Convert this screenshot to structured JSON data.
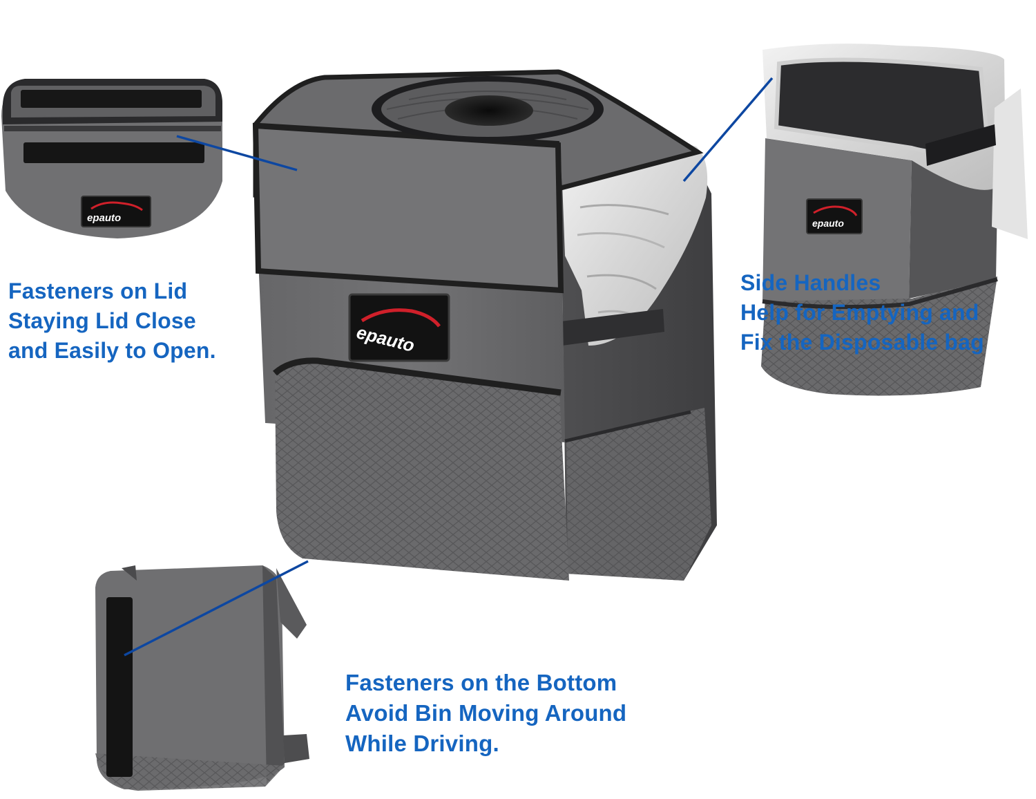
{
  "brand": {
    "logo_text": "epauto",
    "colors": {
      "caption": "#1565c0",
      "pointer_line": "#0d47a1",
      "fabric": "#6e6e70",
      "fabric_dark": "#4a4a4c",
      "trim": "#1f1f1f",
      "logo_red": "#d0202a"
    }
  },
  "callouts": {
    "lid": {
      "lines": [
        "Fasteners on Lid",
        "Staying Lid Close",
        "and Easily to Open."
      ]
    },
    "handles": {
      "lines": [
        "Side Handles",
        "Help for Emptying and",
        "Fix the Disposable bag"
      ]
    },
    "bottom": {
      "lines": [
        "Fasteners on the Bottom",
        "Avoid Bin Moving Around",
        "While Driving."
      ]
    }
  }
}
